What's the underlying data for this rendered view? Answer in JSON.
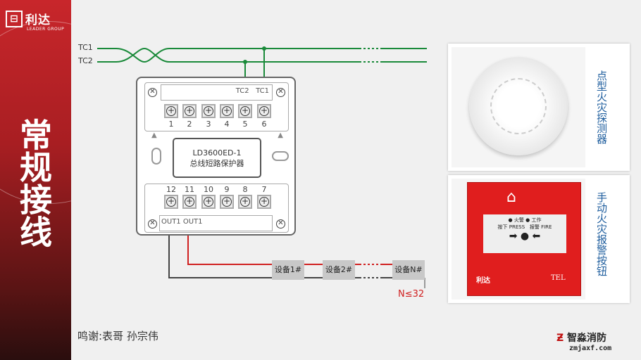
{
  "brand": {
    "logo_mark": "lD",
    "name": "利达",
    "sub": "LEADER GROUP"
  },
  "title": "常规接线",
  "bus": {
    "tc1": "TC1",
    "tc2": "TC2"
  },
  "device": {
    "model": "LD3600ED-1",
    "name": "总线短路保护器",
    "top_labels": [
      "TC2",
      "TC1"
    ],
    "bottom_labels": "OUT1 OUT1",
    "top_terminals": [
      "1",
      "2",
      "3",
      "4",
      "5",
      "6"
    ],
    "bottom_terminals": [
      "12",
      "11",
      "10",
      "9",
      "8",
      "7"
    ]
  },
  "devices": [
    "设备1#",
    "设备2#",
    "设备N#"
  ],
  "limit": "N≤32",
  "credit": "鸣谢:表哥  孙宗伟",
  "products": [
    {
      "label": "点型火灾探测器"
    },
    {
      "label": "手动火灾报警按钮",
      "panel": {
        "fire": "火警",
        "work": "工作",
        "press_cn": "按下",
        "press_en": "PRESS",
        "alarm_cn": "报警",
        "alarm_en": "FIRE",
        "tel": "TEL"
      }
    }
  ],
  "watermark": {
    "name": "智淼消防",
    "url": "zmjaxf.com"
  },
  "colors": {
    "accent": "#c8262b",
    "bus": "#1a8a3a",
    "label": "#1f5e9e"
  }
}
